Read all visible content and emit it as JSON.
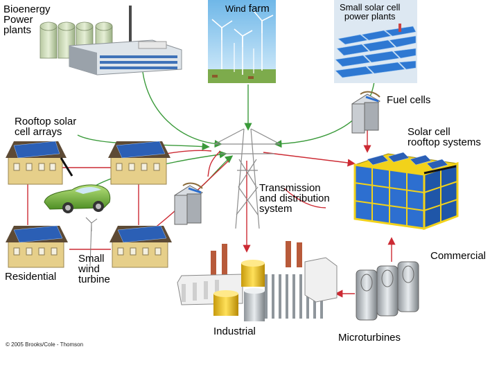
{
  "labels": {
    "bioenergy": "Bioenergy\nPower\nplants",
    "wind_farm_prefix": "Wind",
    "wind_farm_word": "farm",
    "small_solar": "Small solar cell\npower plants",
    "fuel_cells": "Fuel cells",
    "rooftop_solar": "Rooftop solar\ncell arrays",
    "solar_rooftop_systems": "Solar cell\nrooftop systems",
    "transmission": "Transmission\nand distribution\nsystem",
    "commercial": "Commercial",
    "residential": "Residential",
    "small_wind": "Small\nwind\nturbine",
    "industrial": "Industrial",
    "microturbines": "Microturbines",
    "copyright": "© 2005 Brooks/Cole - Thomson"
  },
  "colors": {
    "supply_arrow": "#3a9a3a",
    "distribution_arrow": "#cc2a33",
    "house_wall": "#e6cf8a",
    "roof": "#5d4a35",
    "solar_panel": "#2b5fb5",
    "building_glass": "#2d6fd0",
    "building_frame": "#f2d21a"
  }
}
